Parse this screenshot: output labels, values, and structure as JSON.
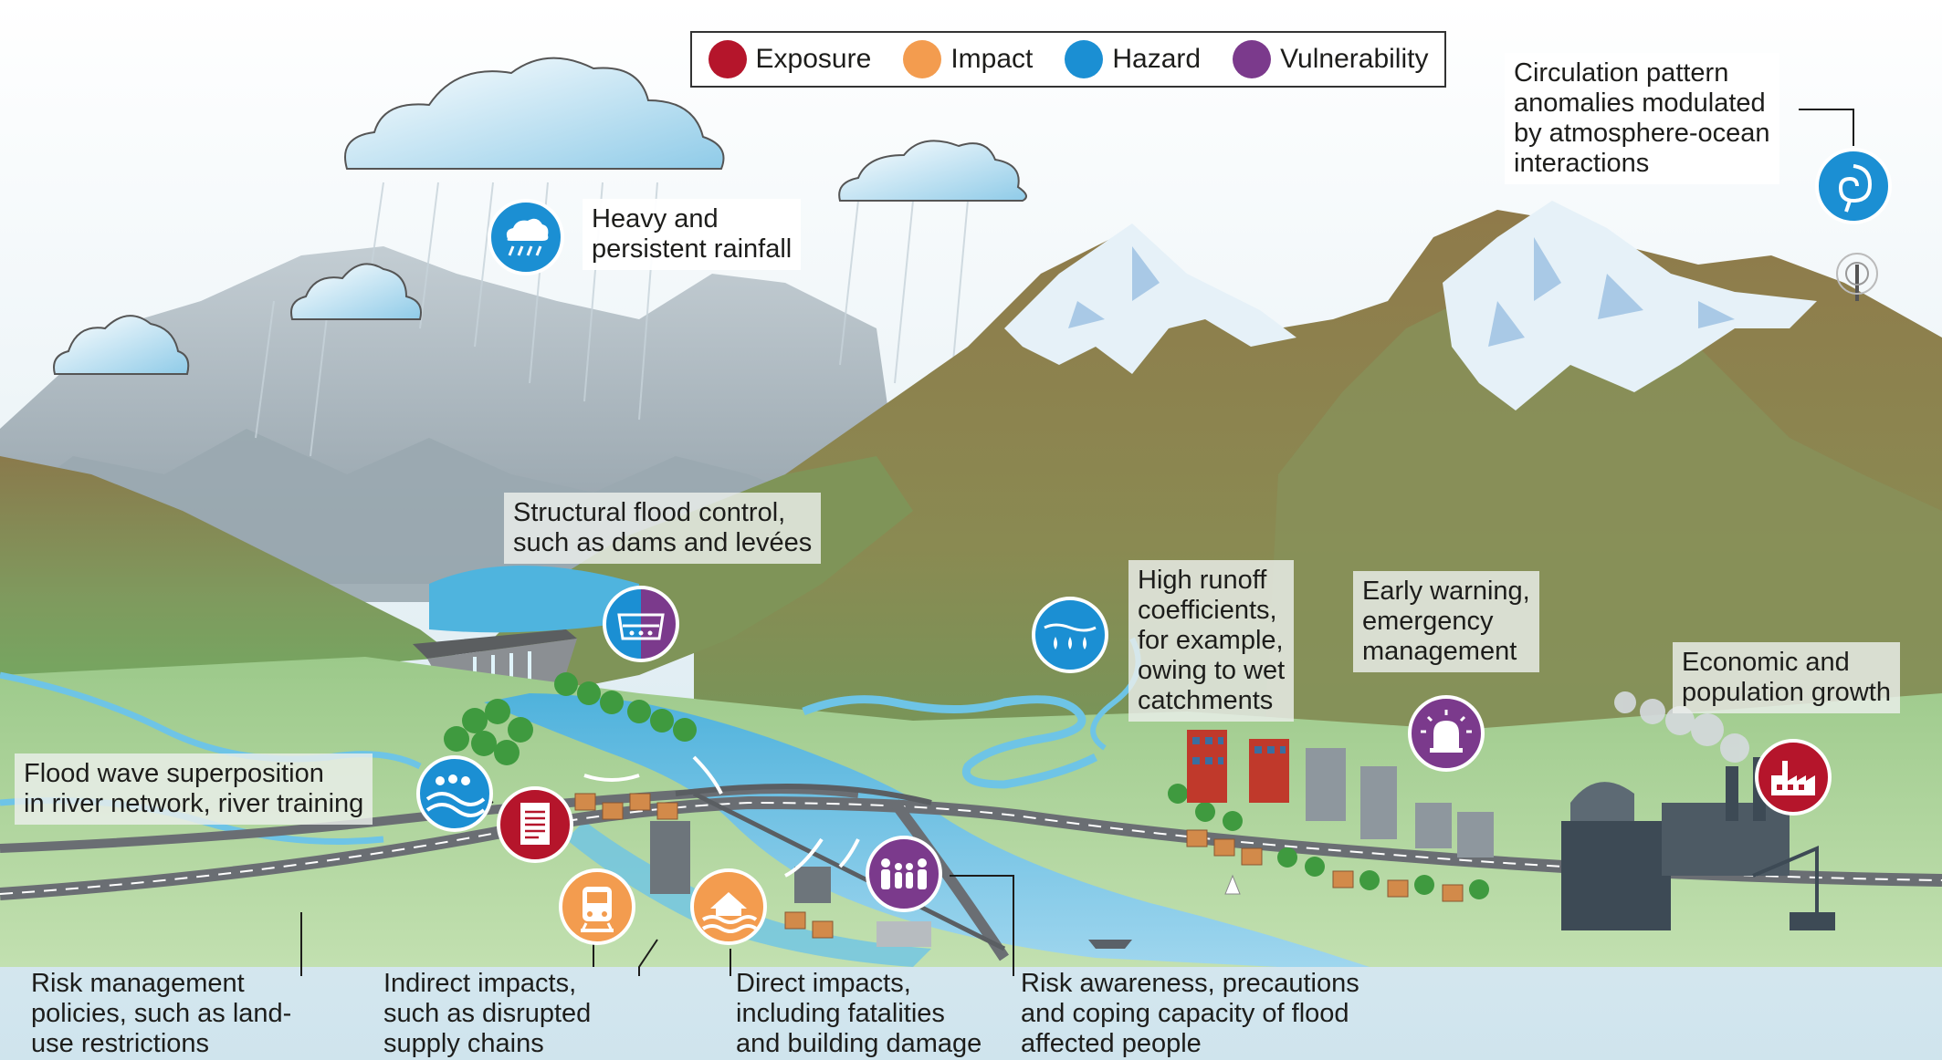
{
  "legend": {
    "exposure": "Exposure",
    "impact": "Impact",
    "hazard": "Hazard",
    "vulnerability": "Vulnerability"
  },
  "colors": {
    "exposure": "#b5152b",
    "impact": "#f39c4f",
    "hazard": "#1b8fd3",
    "vulnerability": "#7b3a8c"
  },
  "labels": {
    "circulation": [
      "Circulation pattern",
      "anomalies modulated",
      "by atmosphere-ocean",
      "interactions"
    ],
    "rainfall": [
      "Heavy and",
      "persistent rainfall"
    ],
    "structural": [
      "Structural flood control,",
      "such as dams and levées"
    ],
    "runoff": [
      "High runoff",
      "coefficients,",
      "for example,",
      "owing to wet",
      "catchments"
    ],
    "warning": [
      "Early warning,",
      "emergency",
      "management"
    ],
    "growth": [
      "Economic and",
      "population growth"
    ],
    "superposition": [
      "Flood wave superposition",
      "in river network, river training"
    ],
    "risk_mgmt": [
      "Risk management",
      "policies, such as land-",
      "use restrictions"
    ],
    "indirect": [
      "Indirect impacts,",
      "such as disrupted",
      "supply chains"
    ],
    "direct": [
      "Direct impacts,",
      "including fatalities",
      "and building damage"
    ],
    "awareness": [
      "Risk awareness, precautions",
      "and coping capacity of flood",
      "affected people"
    ]
  },
  "icons": {
    "circulation": "cyclone-spiral-icon",
    "rainfall": "rain-cloud-icon",
    "structural": "dam-reservoir-icon",
    "runoff": "wet-soil-icon",
    "warning": "alarm-siren-icon",
    "growth": "factory-icon",
    "superposition": "river-network-icon",
    "risk_mgmt": "policy-document-icon",
    "indirect": "train-icon",
    "direct": "flooded-house-icon",
    "awareness": "people-group-icon"
  }
}
